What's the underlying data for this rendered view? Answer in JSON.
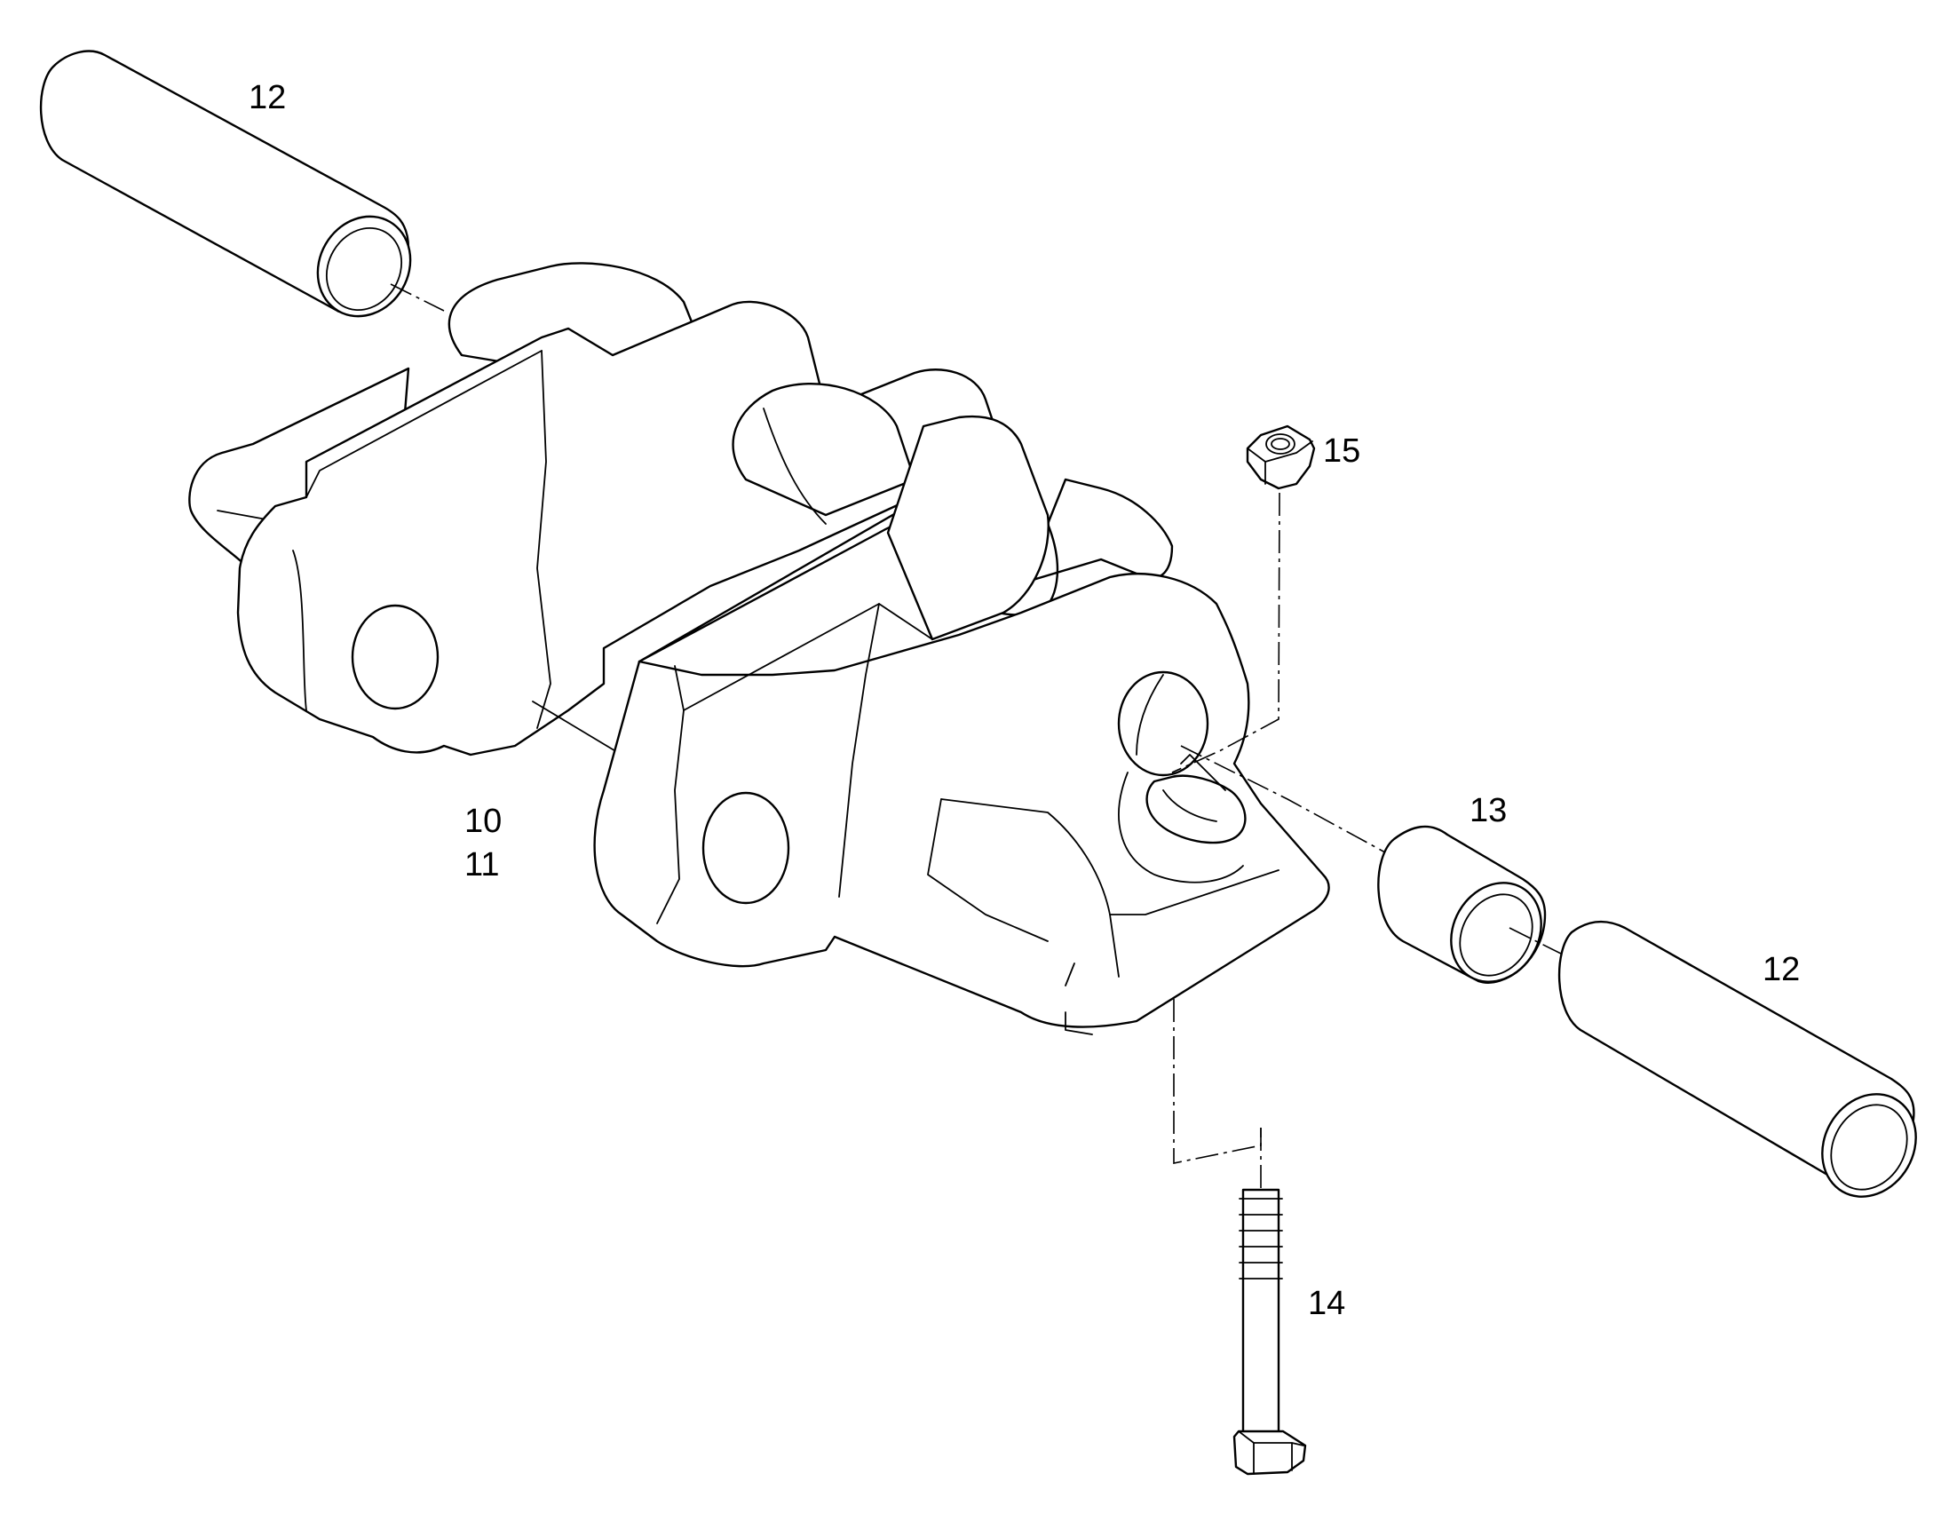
{
  "callouts": {
    "pin_upper": "12",
    "pin_lower": "12",
    "bushing": "13",
    "bolt": "14",
    "nut": "15",
    "link_left": "10",
    "link_right": "11"
  },
  "colors": {
    "line": "#000000",
    "background": "#ffffff"
  }
}
